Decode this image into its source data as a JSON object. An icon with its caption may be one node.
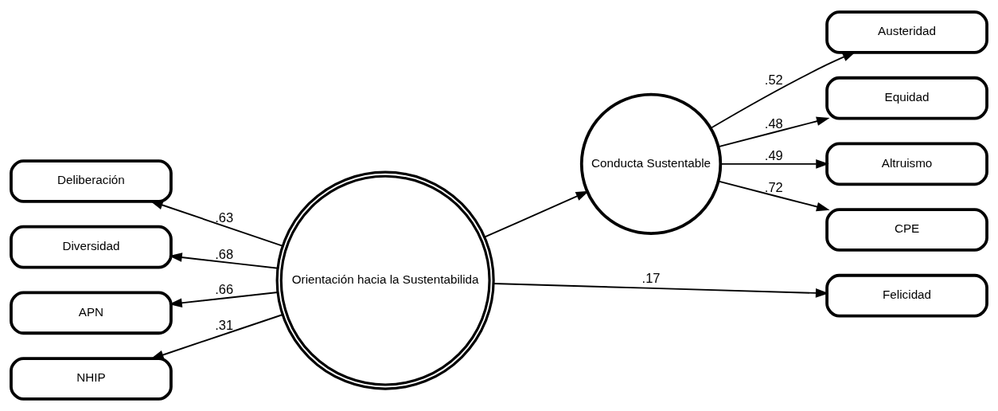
{
  "diagram": {
    "nodes": [
      {
        "text": [
          "Deliberación"
        ]
      },
      {
        "text": [
          "Diversidad"
        ]
      },
      {
        "text": [
          "APN"
        ]
      },
      {
        "text": [
          "NHIP"
        ]
      },
      {
        "text": [
          "Orientación hacia la Sustentabilida"
        ]
      },
      {
        "text": [
          "Conducta Sustentable"
        ]
      },
      {
        "text": [
          "Felicidad"
        ]
      },
      {
        "text": [
          "Austeridad"
        ]
      },
      {
        "text": [
          "Equidad"
        ]
      },
      {
        "text": [
          "Altruismo"
        ]
      },
      {
        "text": [
          "CPE"
        ]
      }
    ],
    "edges": [
      {
        "from": 4,
        "to": 0,
        "arrow": "to",
        "label": ".63"
      },
      {
        "from": 4,
        "to": 1,
        "arrow": "to",
        "label": ".68"
      },
      {
        "from": 4,
        "to": 2,
        "arrow": "to",
        "label": ".66"
      },
      {
        "from": 4,
        "to": 3,
        "arrow": "to",
        "label": ".31"
      },
      {
        "from": 4,
        "to": 6,
        "arrow": "to",
        "label": ".17"
      },
      {
        "from": 4,
        "to": 5,
        "arrow": "to"
      },
      {
        "from": 5,
        "to": 7,
        "arrow": "to",
        "label": ".52"
      },
      {
        "from": 5,
        "to": 8,
        "arrow": "to",
        "label": ".48"
      },
      {
        "from": 5,
        "to": 9,
        "arrow": "to",
        "label": ".49"
      },
      {
        "from": 5,
        "to": 10,
        "arrow": "to",
        "label": ".72"
      }
    ]
  }
}
